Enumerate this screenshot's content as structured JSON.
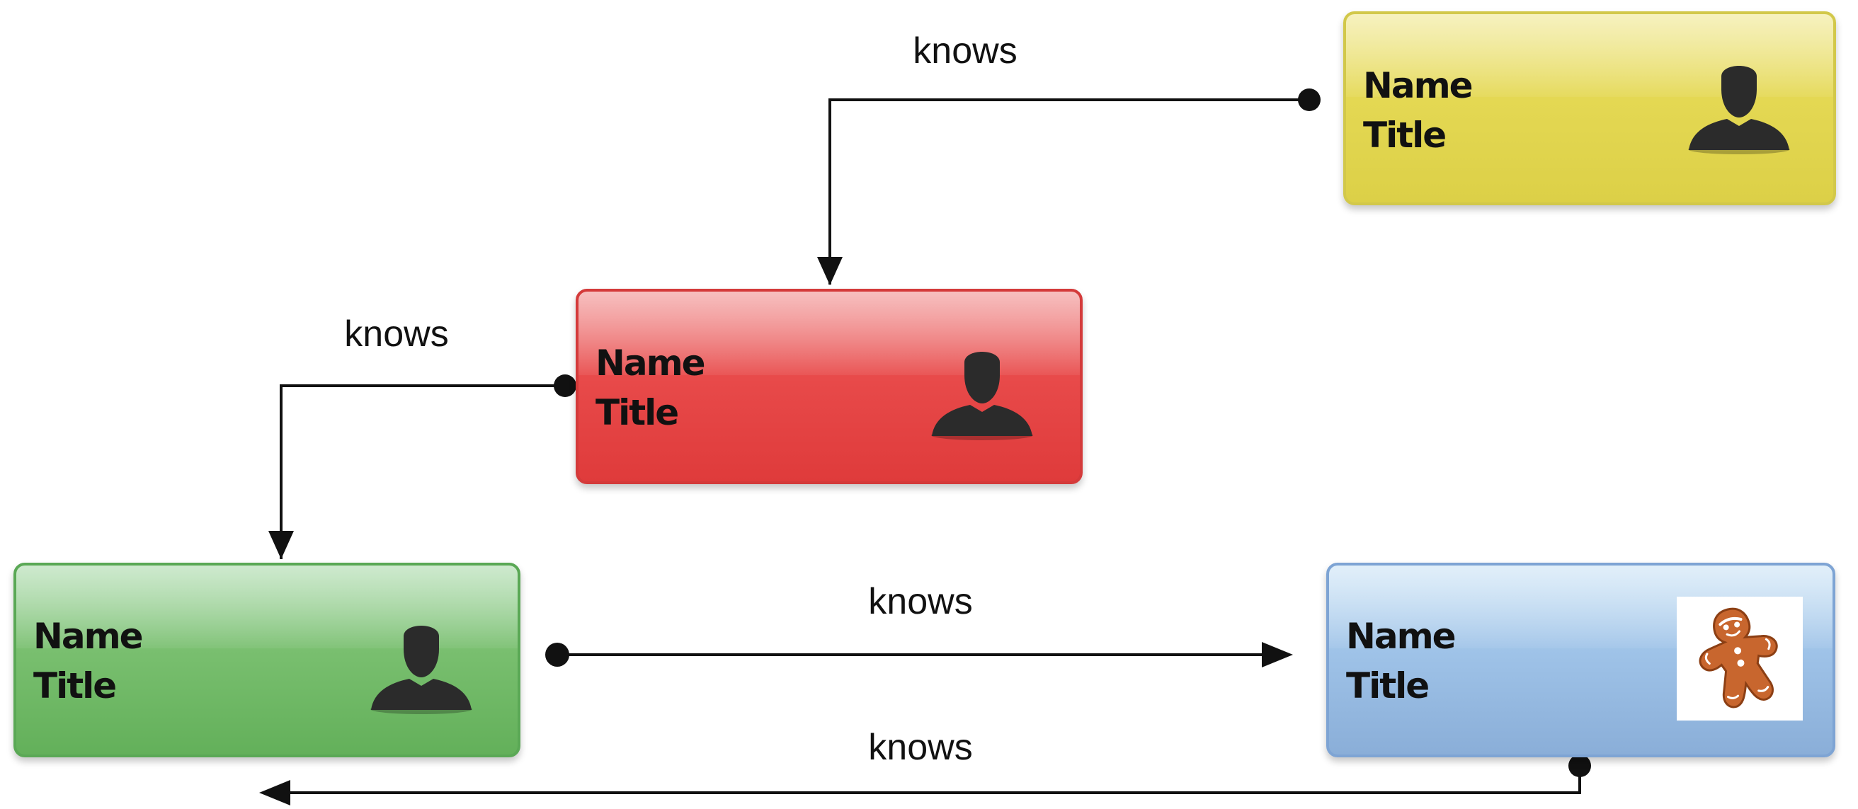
{
  "nodes": [
    {
      "id": "yellow",
      "name": "Name",
      "title": "Title",
      "color": "#e4d853",
      "icon": "person-silhouette-icon"
    },
    {
      "id": "red",
      "name": "Name",
      "title": "Title",
      "color": "#e84a4a",
      "icon": "person-silhouette-icon"
    },
    {
      "id": "green",
      "name": "Name",
      "title": "Title",
      "color": "#79bf6f",
      "icon": "person-silhouette-icon"
    },
    {
      "id": "blue",
      "name": "Name",
      "title": "Title",
      "color": "#9fc3e8",
      "icon": "gingerbread-man-icon"
    }
  ],
  "edges": [
    {
      "from": "yellow",
      "to": "red",
      "label": "knows"
    },
    {
      "from": "red",
      "to": "green",
      "label": "knows"
    },
    {
      "from": "green",
      "to": "blue",
      "label": "knows"
    },
    {
      "from": "blue",
      "to": "green",
      "label": "knows"
    }
  ]
}
